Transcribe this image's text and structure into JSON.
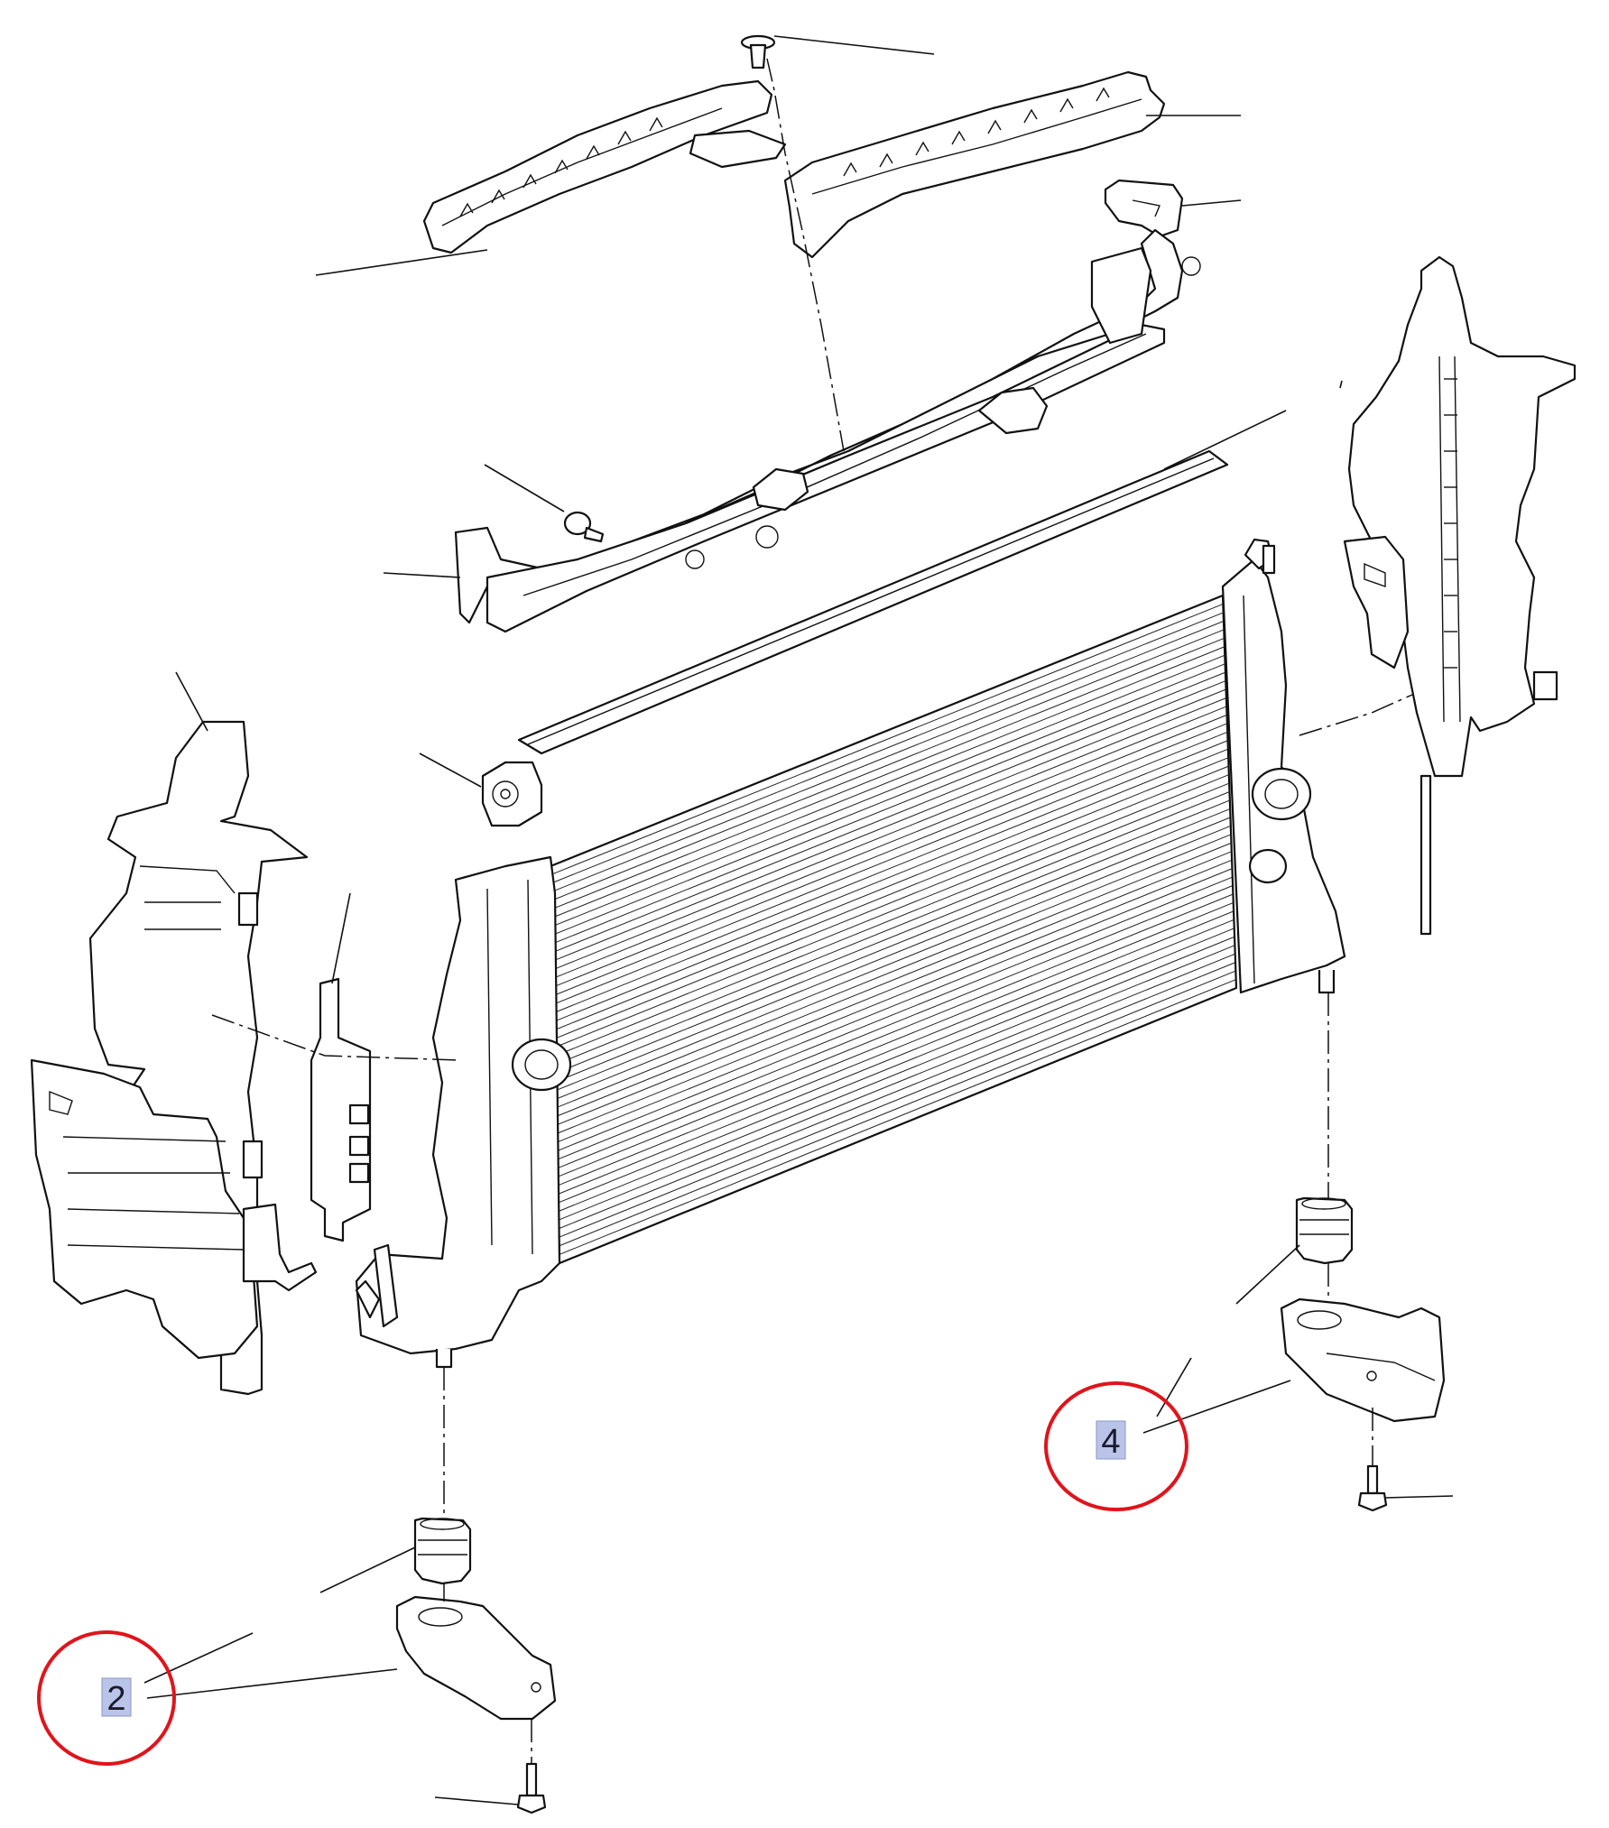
{
  "diagram": {
    "callouts": [
      {
        "id": "callout-2",
        "label": "2"
      },
      {
        "id": "callout-4",
        "label": "4"
      }
    ],
    "colors": {
      "line": "#111111",
      "callout_fill": "#b9c4e8",
      "highlight_circle": "#e0141b",
      "background": "#ffffff"
    }
  }
}
